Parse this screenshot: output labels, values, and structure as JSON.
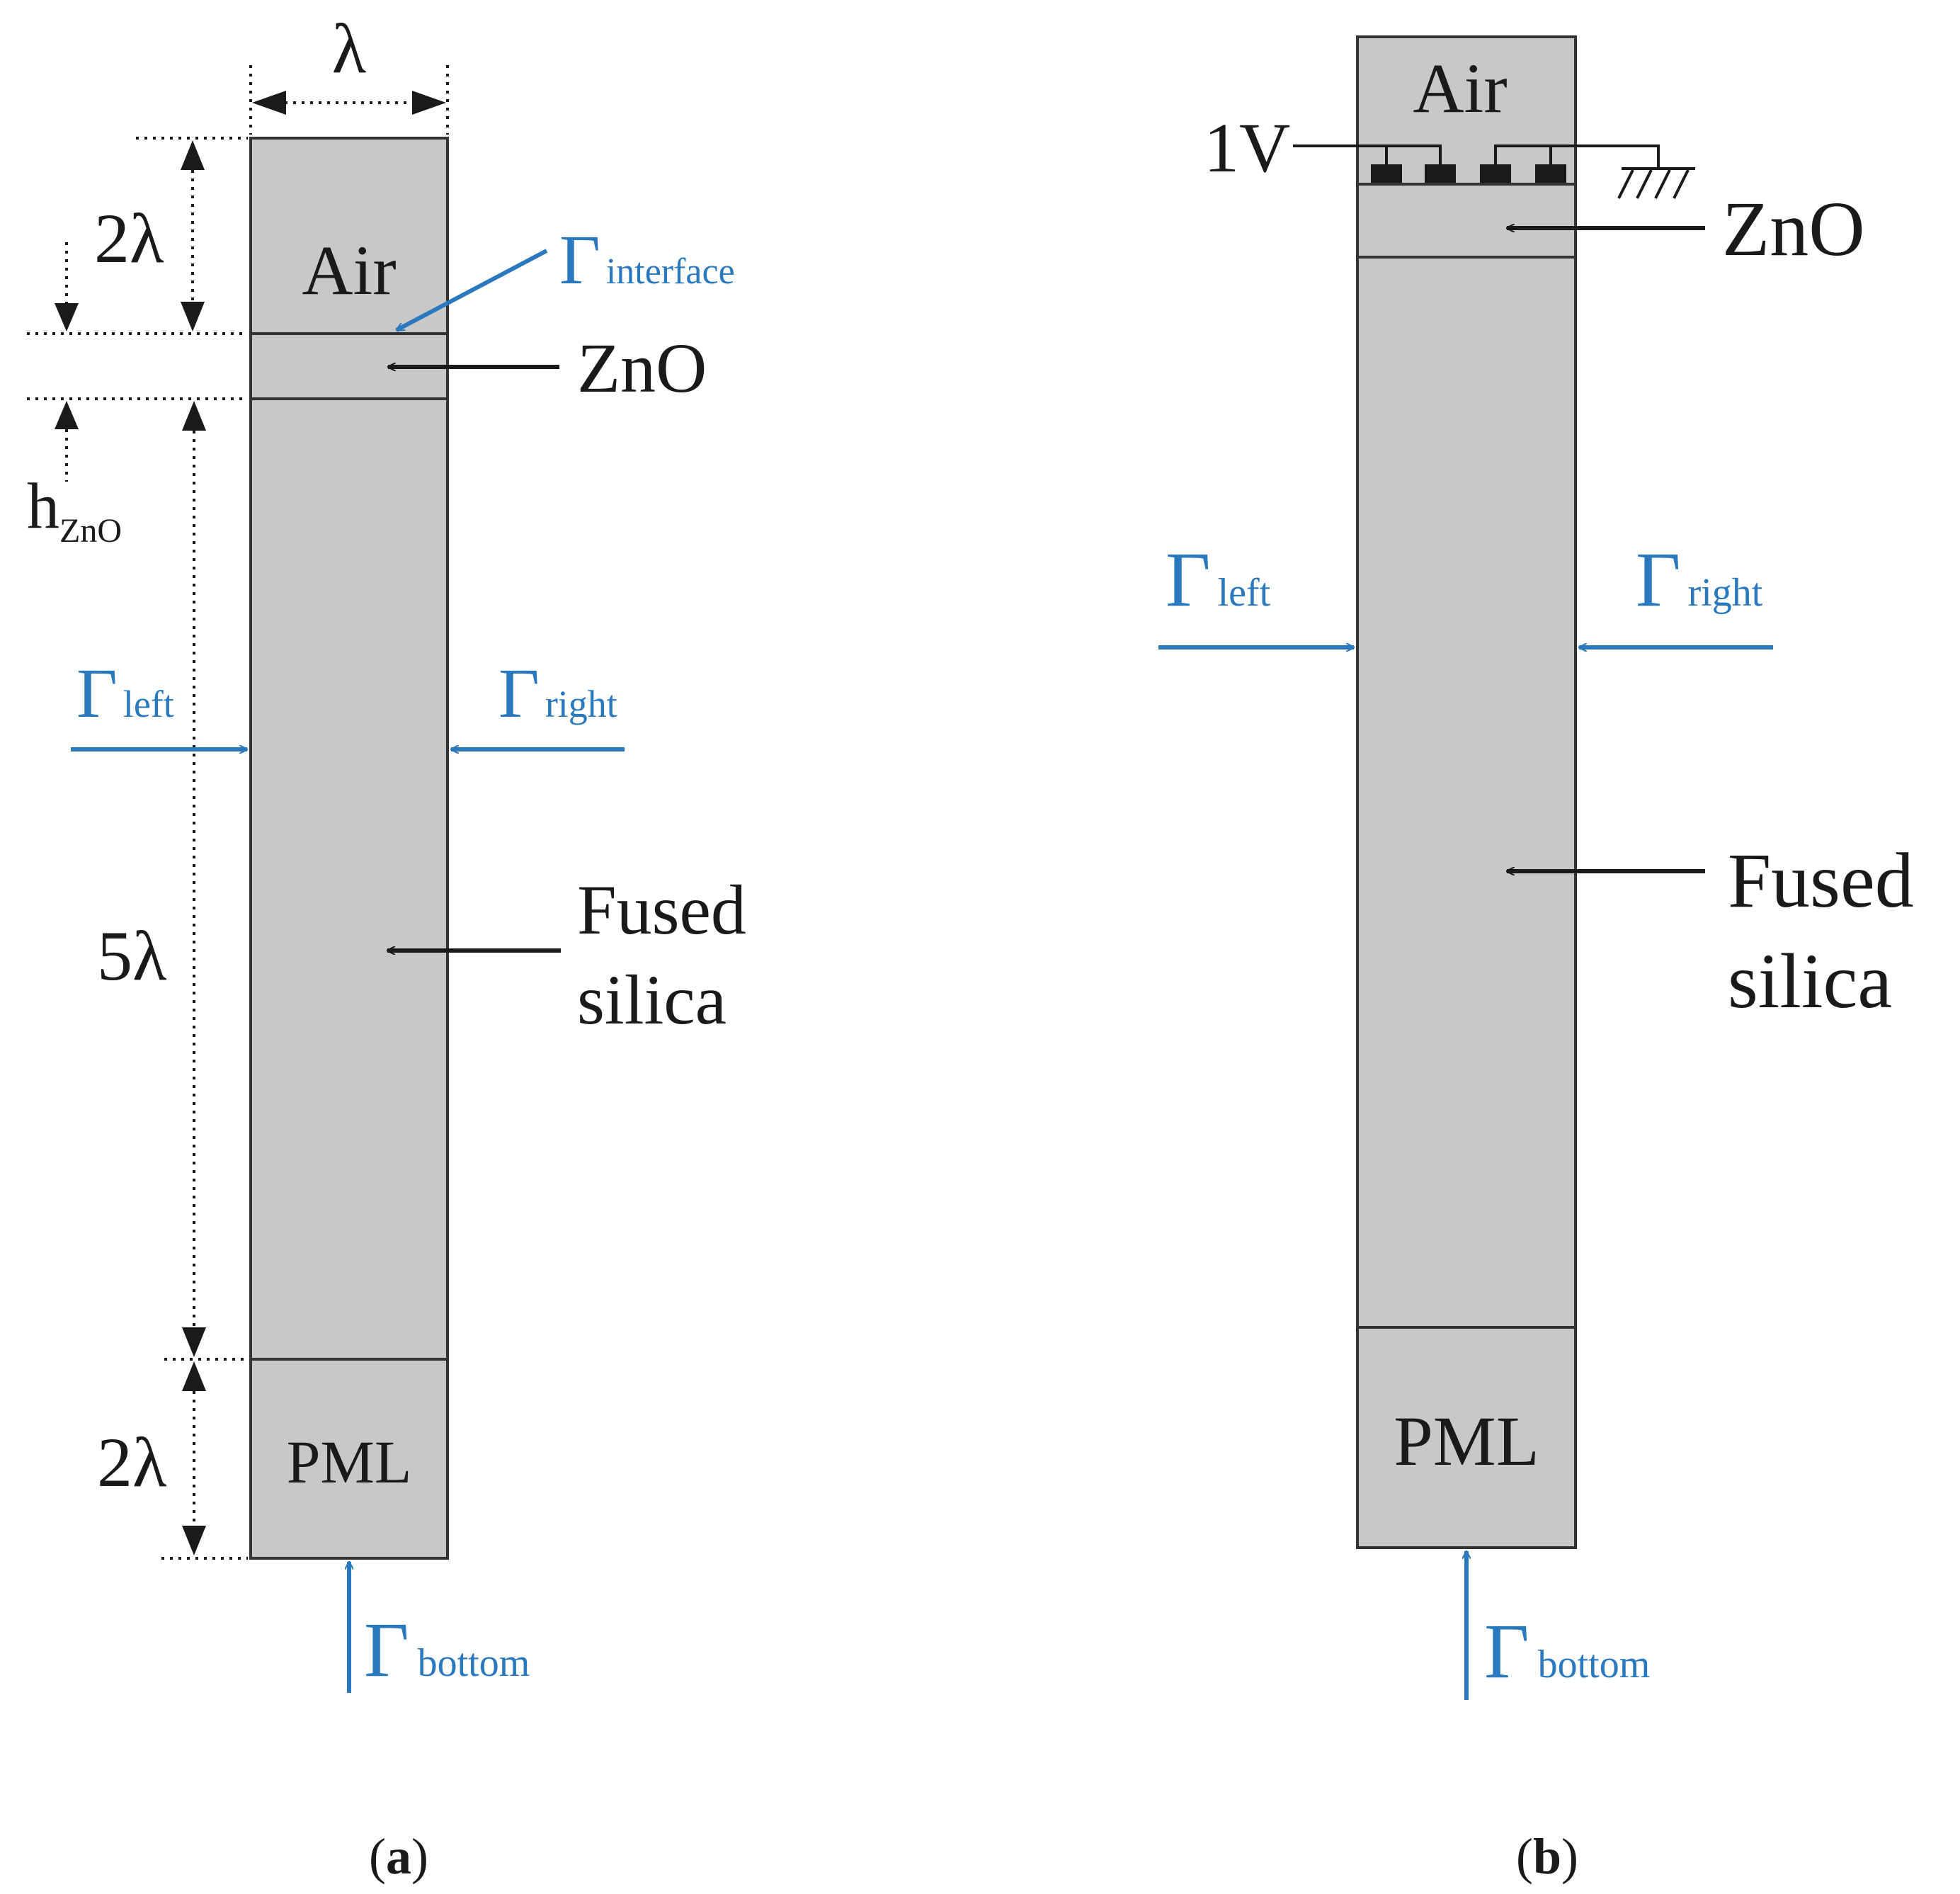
{
  "panel_a": {
    "caption": "a",
    "layers": {
      "air": "Air",
      "zno": "ZnO",
      "silica_1": "Fused",
      "silica_2": "silica",
      "pml": "PML"
    },
    "dimensions": {
      "width": "λ",
      "air": "2λ",
      "silica": "5λ",
      "pml": "2λ",
      "zno_base": "h",
      "zno_sub": "ZnO"
    },
    "boundaries": {
      "interface": {
        "sym": "Γ",
        "sub": "interface"
      },
      "left": {
        "sym": "Γ",
        "sub": "left"
      },
      "right": {
        "sym": "Γ",
        "sub": "right"
      },
      "bottom": {
        "sym": "Γ",
        "sub": "bottom"
      }
    }
  },
  "panel_b": {
    "caption": "b",
    "voltage": "1V",
    "layers": {
      "air": "Air",
      "zno": "ZnO",
      "silica_1": "Fused",
      "silica_2": "silica",
      "pml": "PML"
    },
    "boundaries": {
      "left": {
        "sym": "Γ",
        "sub": "left"
      },
      "right": {
        "sym": "Γ",
        "sub": "right"
      },
      "bottom": {
        "sym": "Γ",
        "sub": "bottom"
      }
    }
  },
  "colors": {
    "domain_fill": "#c8c8c8",
    "boundary_blue": "#2a78bd",
    "ink": "#1a1a1a"
  }
}
